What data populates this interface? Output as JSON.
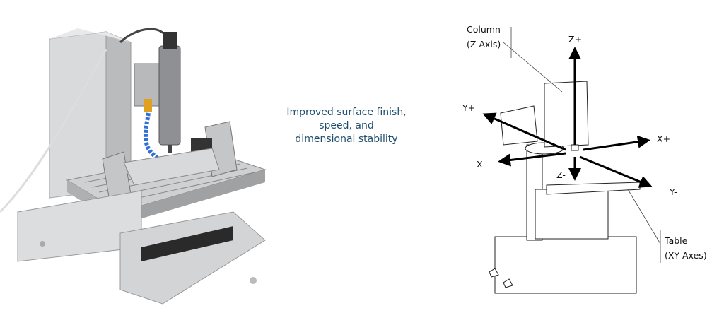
{
  "caption": {
    "lines": [
      "Improved surface finish,",
      "speed, and",
      "dimensional stability"
    ]
  },
  "diagram": {
    "column_label": [
      "Column",
      "(Z-Axis)"
    ],
    "table_label": [
      "Table",
      "(XY Axes)"
    ],
    "axes": {
      "z_plus": "Z+",
      "z_minus": "Z-",
      "x_plus": "X+",
      "x_minus": "X-",
      "y_plus": "Y+",
      "y_minus": "Y-"
    }
  },
  "colors": {
    "caption": "#1f4f6e",
    "coolant_hose": "#2f6fd8",
    "metal": "#c9cbcd"
  }
}
